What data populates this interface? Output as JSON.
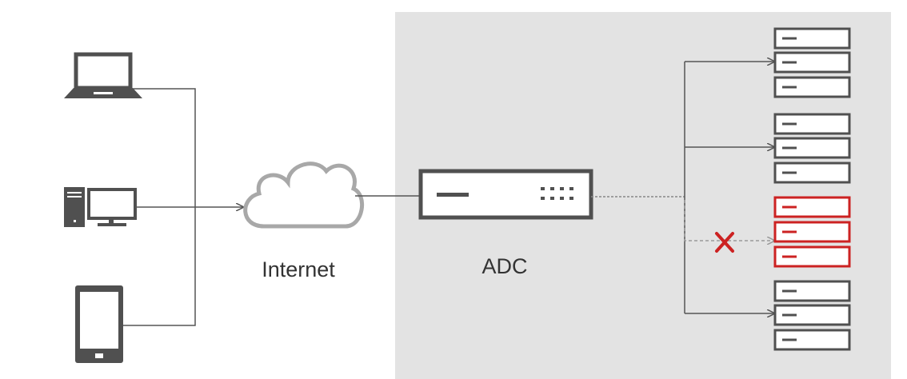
{
  "labels": {
    "internet": "Internet",
    "adc": "ADC"
  },
  "colors": {
    "panel": "#e3e3e3",
    "device": "#505050",
    "line": "#555555",
    "failed": "#cc2222"
  },
  "clients": [
    {
      "kind": "laptop",
      "icon": "laptop-icon"
    },
    {
      "kind": "desktop",
      "icon": "desktop-computer-icon"
    },
    {
      "kind": "tablet",
      "icon": "tablet-icon"
    }
  ],
  "server_groups": [
    {
      "status": "healthy",
      "servers": 3
    },
    {
      "status": "healthy",
      "servers": 3
    },
    {
      "status": "failed",
      "servers": 3
    },
    {
      "status": "healthy",
      "servers": 3
    }
  ],
  "icons": {
    "cloud": "cloud-icon",
    "adc": "adc-appliance-icon",
    "failure": "x-mark-icon"
  }
}
